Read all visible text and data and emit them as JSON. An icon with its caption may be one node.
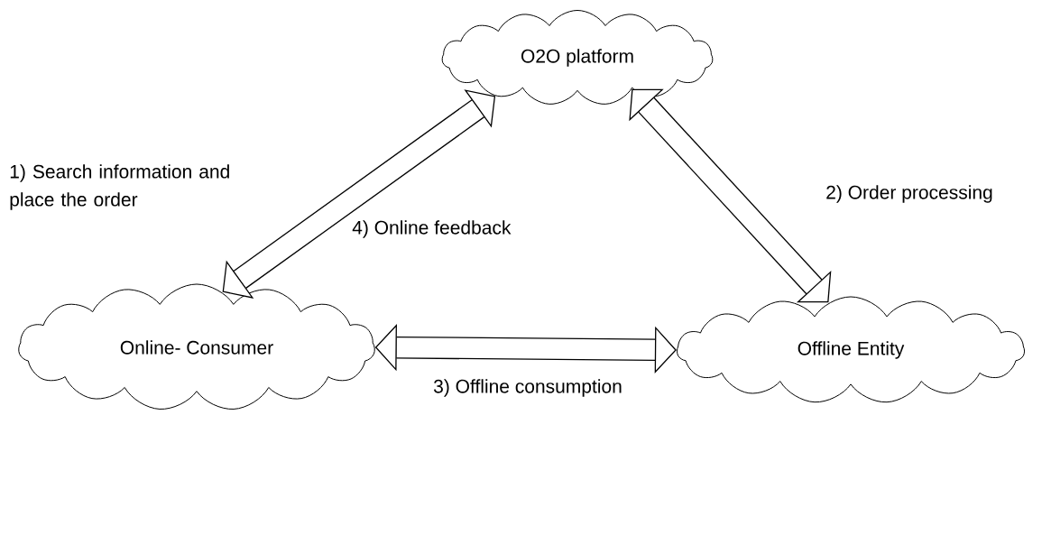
{
  "diagram": {
    "nodes": [
      {
        "text": [
          "O2O platform"
        ]
      },
      {
        "text": [
          "Online- Consumer"
        ]
      },
      {
        "text": [
          "Offline Entity"
        ]
      }
    ],
    "edges": [
      {
        "from": 1,
        "to": 0,
        "arrow": "both",
        "label": "1) Search information and place the order"
      },
      {
        "from": 0,
        "to": 2,
        "arrow": "both",
        "label": "2) Order processing"
      },
      {
        "from": 1,
        "to": 2,
        "arrow": "both",
        "label": "3) Offline consumption"
      }
    ],
    "labels": [
      "4) Online feedback"
    ]
  }
}
